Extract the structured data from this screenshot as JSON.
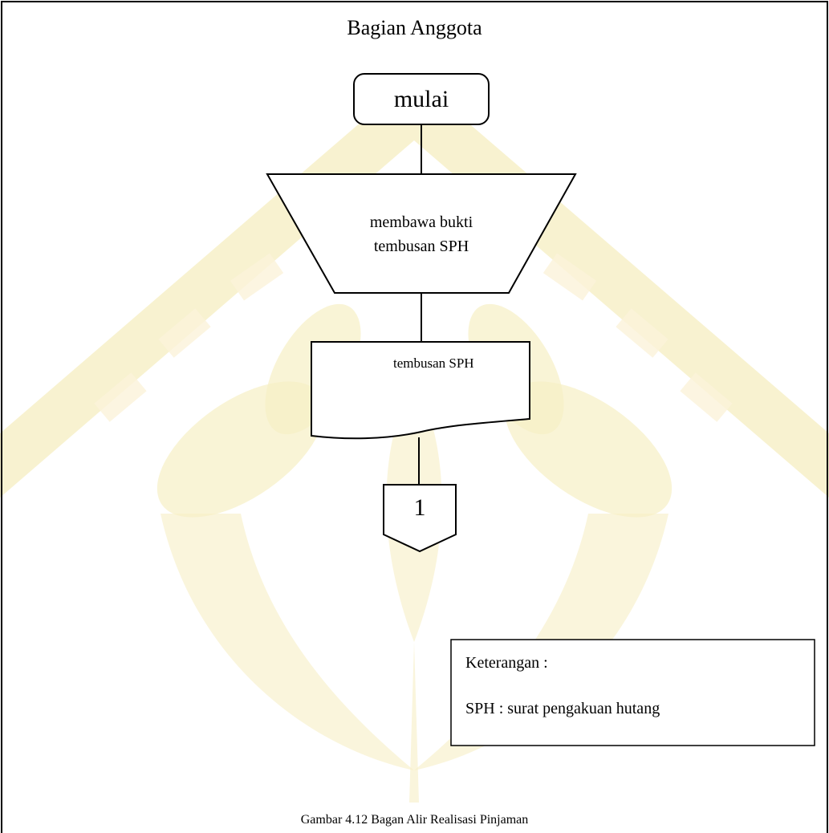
{
  "diagram": {
    "title": "Bagian Anggota",
    "nodes": [
      {
        "id": "start",
        "shape": "terminator",
        "label": "mulai"
      },
      {
        "id": "manual-input",
        "shape": "manual-operation",
        "label_lines": [
          "membawa bukti",
          "tembusan SPH"
        ]
      },
      {
        "id": "document",
        "shape": "document",
        "label": "tembusan SPH"
      },
      {
        "id": "connector",
        "shape": "off-page-connector",
        "label": "1"
      }
    ],
    "edges": [
      {
        "from": "start",
        "to": "manual-input"
      },
      {
        "from": "manual-input",
        "to": "document"
      },
      {
        "from": "document",
        "to": "connector"
      }
    ],
    "legend": {
      "title": "Keterangan :",
      "entry": "SPH : surat pengakuan hutang"
    },
    "caption": "Gambar 4.12 Bagan Alir Realisasi Pinjaman"
  },
  "colors": {
    "stroke": "#000000",
    "background": "#ffffff",
    "watermark": "#f6efc4"
  }
}
